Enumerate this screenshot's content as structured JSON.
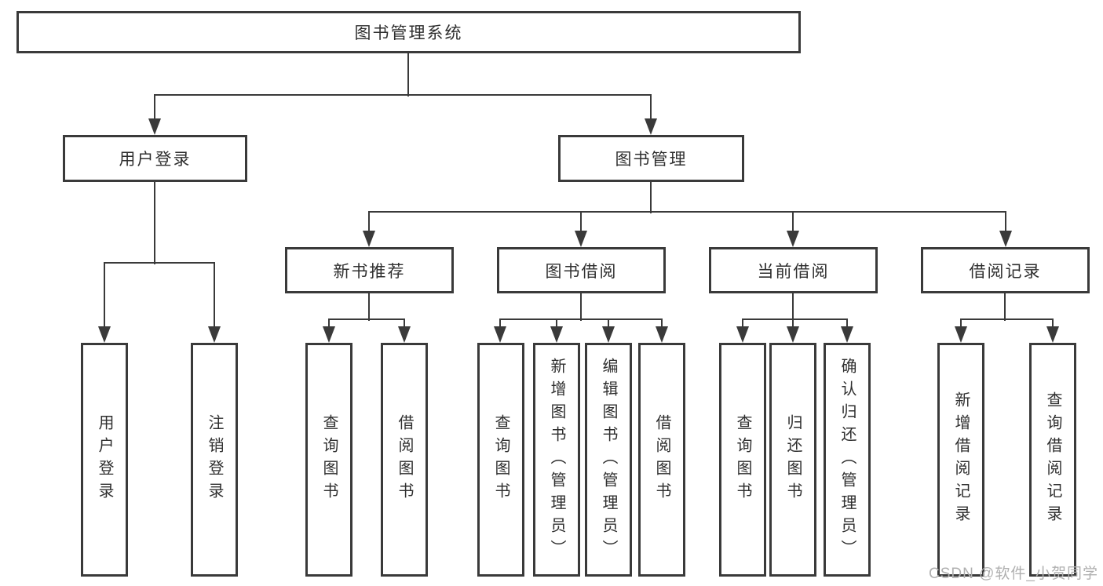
{
  "diagram": {
    "root_label": "图书管理系统",
    "level2": [
      {
        "label": "用户登录"
      },
      {
        "label": "图书管理"
      }
    ],
    "level3": [
      {
        "label": "新书推荐"
      },
      {
        "label": "图书借阅"
      },
      {
        "label": "当前借阅"
      },
      {
        "label": "借阅记录"
      }
    ],
    "leaves": {
      "user_login": [
        "用户登录",
        "注销登录"
      ],
      "new_book_recommend": [
        "查询图书",
        "借阅图书"
      ],
      "book_borrow": [
        "查询图书",
        "新增图书（管理员）",
        "编辑图书（管理员）",
        "借阅图书"
      ],
      "current_borrow": [
        "查询图书",
        "归还图书",
        "确认归还（管理员）"
      ],
      "borrow_records": [
        "新增借阅记录",
        "查询借阅记录"
      ]
    }
  },
  "watermark": "CSDN @软件_小贺同学",
  "colors": {
    "line": "#3a3a3a",
    "text": "#2f2f2f",
    "background": "#ffffff",
    "watermark": "#b0b0b0"
  }
}
